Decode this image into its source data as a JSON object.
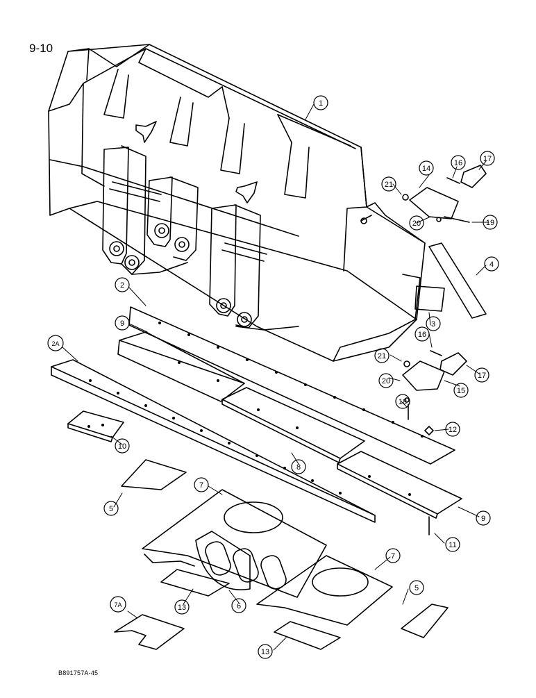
{
  "page_number": "9-10",
  "reference_code": "B891757A-45",
  "callouts": {
    "c1": "1",
    "c2": "2",
    "c2a": "2A",
    "c3": "3",
    "c4": "4",
    "c5a": "5",
    "c5b": "5",
    "c6": "6",
    "c7a": "7",
    "c7b": "7",
    "c7A": "7A",
    "c8": "8",
    "c9a": "9",
    "c9b": "9",
    "c10": "10",
    "c11": "11",
    "c12": "12",
    "c13a": "13",
    "c13b": "13",
    "c14": "14",
    "c15": "15",
    "c16a": "16",
    "c16b": "16",
    "c17a": "17",
    "c17b": "17",
    "c18": "18",
    "c19": "19",
    "c20a": "20",
    "c20b": "20",
    "c21a": "21",
    "c21b": "21"
  },
  "colors": {
    "line": "#000000",
    "paper": "#ffffff"
  }
}
